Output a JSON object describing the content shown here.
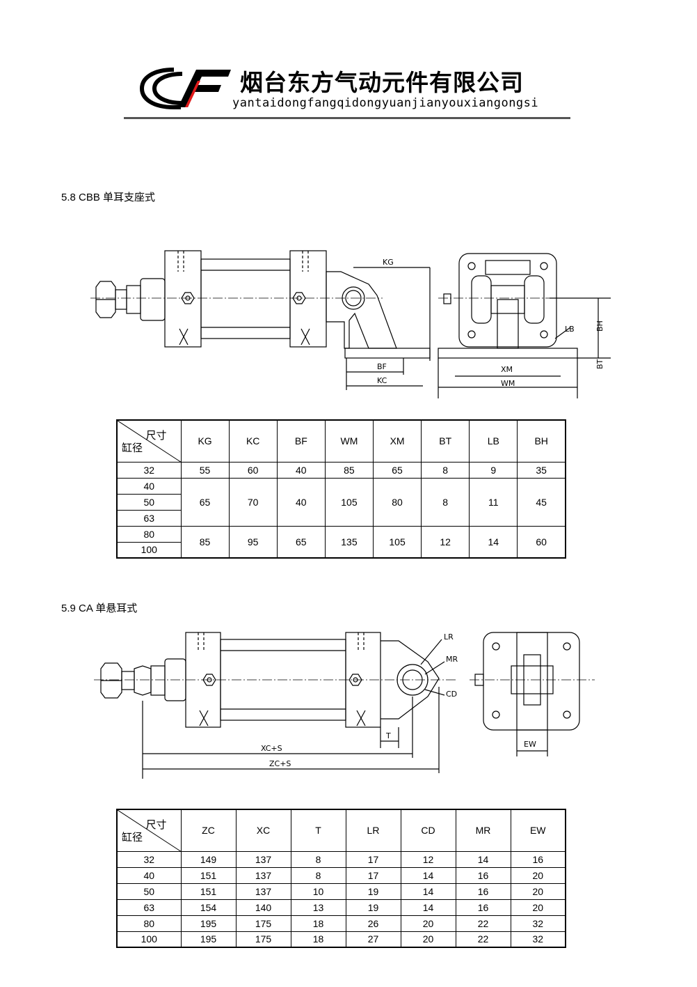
{
  "header": {
    "company_cn": "烟台东方气动元件有限公司",
    "company_pinyin": "yantaidongfangqidongyuanjianyouxiangongsi"
  },
  "section1": {
    "title": "5.8 CBB 单耳支座式",
    "drawing_labels": {
      "KG": "KG",
      "BF": "BF",
      "KC": "KC",
      "XM": "XM",
      "WM": "WM",
      "LB": "LB",
      "BH": "BH",
      "BT": "BT"
    },
    "table": {
      "corner_top": "尺寸",
      "corner_bottom": "缸径",
      "headers": [
        "KG",
        "KC",
        "BF",
        "WM",
        "XM",
        "BT",
        "LB",
        "BH"
      ],
      "bores": [
        "32",
        "40",
        "50",
        "63",
        "80",
        "100"
      ],
      "groups": [
        {
          "values": [
            "55",
            "60",
            "40",
            "85",
            "65",
            "8",
            "9",
            "35"
          ]
        },
        {
          "values": [
            "65",
            "70",
            "40",
            "105",
            "80",
            "8",
            "11",
            "45"
          ]
        },
        {
          "values": [
            "85",
            "95",
            "65",
            "135",
            "105",
            "12",
            "14",
            "60"
          ]
        }
      ]
    }
  },
  "section2": {
    "title": "5.9 CA 单悬耳式",
    "drawing_labels": {
      "LR": "LR",
      "MR": "MR",
      "CD": "CD",
      "T": "T",
      "XCS": "XC+S",
      "ZCS": "ZC+S",
      "EW": "EW"
    },
    "table": {
      "corner_top": "尺寸",
      "corner_bottom": "缸径",
      "headers": [
        "ZC",
        "XC",
        "T",
        "LR",
        "CD",
        "MR",
        "EW"
      ],
      "rows": [
        [
          "32",
          "149",
          "137",
          "8",
          "17",
          "12",
          "14",
          "16"
        ],
        [
          "40",
          "151",
          "137",
          "8",
          "17",
          "14",
          "16",
          "20"
        ],
        [
          "50",
          "151",
          "137",
          "10",
          "19",
          "14",
          "16",
          "20"
        ],
        [
          "63",
          "154",
          "140",
          "13",
          "19",
          "14",
          "16",
          "20"
        ],
        [
          "80",
          "195",
          "175",
          "18",
          "26",
          "20",
          "22",
          "32"
        ],
        [
          "100",
          "195",
          "175",
          "18",
          "27",
          "20",
          "22",
          "32"
        ]
      ]
    }
  }
}
